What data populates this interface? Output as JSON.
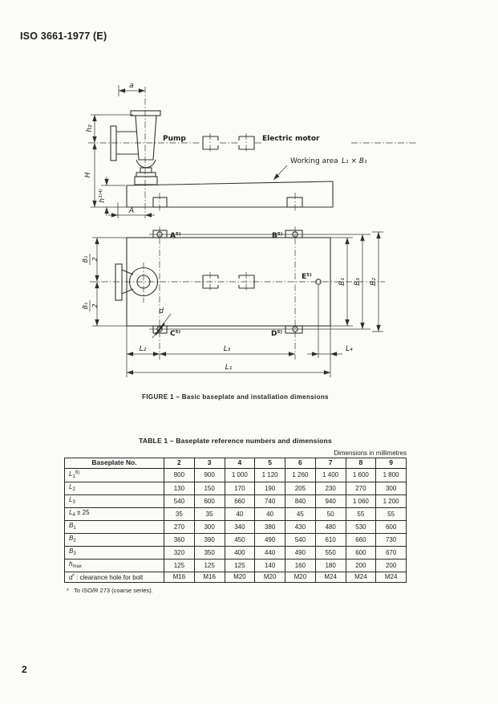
{
  "page": {
    "header": "ISO 3661-1977 (E)",
    "page_number": "2"
  },
  "figure": {
    "caption": "FIGURE 1 – Basic baseplate and installation dimensions",
    "labels": {
      "pump": "Pump",
      "electric_motor": "Electric motor",
      "working_area": "Working area",
      "working_area_dims": "L₁ × B₁",
      "dim_a": "a",
      "dim_h2": "h₂",
      "dim_H": "H",
      "dim_h": "h¹⁾⁴⁾",
      "dim_A": "A",
      "hole_a": "A⁵⁾",
      "hole_b": "B⁵⁾",
      "hole_c": "C⁵⁾",
      "hole_d": "D⁵⁾",
      "hole_e": "E⁵⁾",
      "dim_d": "d",
      "b1_num": "B₁",
      "b1_den": "2",
      "dim_l1": "L₁",
      "dim_l2": "L₂",
      "dim_l3": "L₃",
      "dim_l4": "L₄",
      "dim_b1": "B₁",
      "dim_b2": "B₂",
      "dim_b3": "B₃"
    }
  },
  "table": {
    "title": "TABLE 1 – Baseplate reference numbers and dimensions",
    "units_note": "Dimensions in millimetres",
    "header_label": "Baseplate No.",
    "columns": [
      "2",
      "3",
      "4",
      "5",
      "6",
      "7",
      "8",
      "9"
    ],
    "rows": [
      {
        "label": [
          {
            "t": "L",
            "s": "i"
          },
          {
            "t": "1",
            "s": "sb"
          },
          {
            "t": "6)",
            "s": "sp"
          }
        ],
        "values": [
          "800",
          "900",
          "1 000",
          "1 120",
          "1 260",
          "1 400",
          "1 600",
          "1 800"
        ]
      },
      {
        "label": [
          {
            "t": "L",
            "s": "i"
          },
          {
            "t": "2",
            "s": "sb"
          }
        ],
        "values": [
          "130",
          "150",
          "170",
          "190",
          "205",
          "230",
          "270",
          "300"
        ]
      },
      {
        "label": [
          {
            "t": "L",
            "s": "i"
          },
          {
            "t": "3",
            "s": "sb"
          }
        ],
        "values": [
          "540",
          "600",
          "660",
          "740",
          "840",
          "940",
          "1 060",
          "1 200"
        ]
      },
      {
        "label": [
          {
            "t": "L",
            "s": "i"
          },
          {
            "t": "4",
            "s": "sb"
          },
          {
            "t": " ± 25",
            "s": "n"
          }
        ],
        "values": [
          "35",
          "35",
          "40",
          "40",
          "45",
          "50",
          "55",
          "55"
        ]
      },
      {
        "label": [
          {
            "t": "B",
            "s": "i"
          },
          {
            "t": "1",
            "s": "sb"
          }
        ],
        "values": [
          "270",
          "300",
          "340",
          "380",
          "430",
          "480",
          "530",
          "600"
        ]
      },
      {
        "label": [
          {
            "t": "B",
            "s": "i"
          },
          {
            "t": "2",
            "s": "sb"
          }
        ],
        "values": [
          "360",
          "390",
          "450",
          "490",
          "540",
          "610",
          "660",
          "730"
        ]
      },
      {
        "label": [
          {
            "t": "B",
            "s": "i"
          },
          {
            "t": "3",
            "s": "sb"
          }
        ],
        "values": [
          "320",
          "350",
          "400",
          "440",
          "490",
          "550",
          "600",
          "670"
        ]
      },
      {
        "label": [
          {
            "t": "h",
            "s": "i"
          },
          {
            "t": "max",
            "s": "sb"
          }
        ],
        "values": [
          "125",
          "125",
          "125",
          "140",
          "160",
          "180",
          "200",
          "200"
        ]
      },
      {
        "label": [
          {
            "t": "d",
            "s": "i"
          },
          {
            "t": "*",
            "s": "sp"
          },
          {
            "t": " : clearance hole for bolt",
            "s": "n"
          }
        ],
        "values": [
          "M16",
          "M16",
          "M20",
          "M20",
          "M20",
          "M24",
          "M24",
          "M24"
        ]
      }
    ],
    "footnote": "*   To ISO/R 273 (coarse series)."
  }
}
